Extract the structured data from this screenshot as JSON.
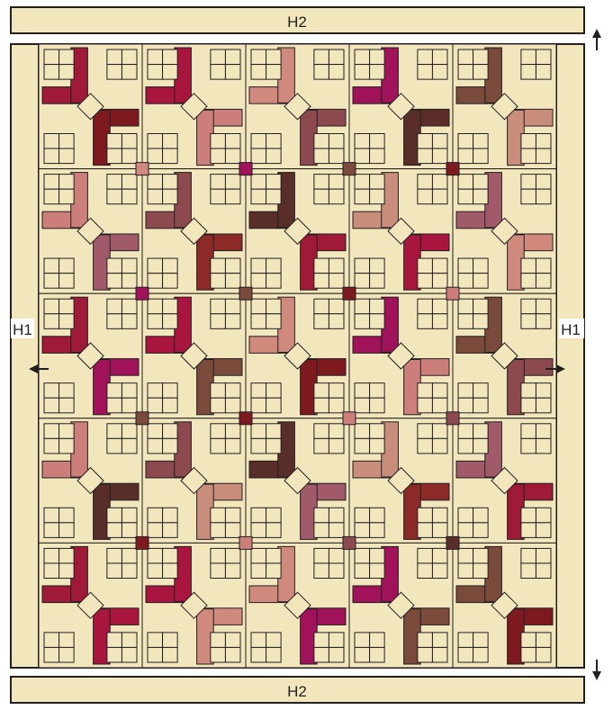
{
  "labels": {
    "top_border": "H2",
    "bottom_border": "H2",
    "left_border": "H1",
    "right_border": "H1"
  },
  "arrows": {
    "top_right": "up-arrow-icon",
    "bottom_right": "down-arrow-icon",
    "left": "left-arrow-icon",
    "right": "right-arrow-icon"
  },
  "colors": {
    "cream": "#f2e6bd",
    "outline": "#231f20",
    "blocks": [
      "#9e1a36",
      "#a8153f",
      "#d08a7d",
      "#a0135a",
      "#7a4a3a",
      "#7d1a1f",
      "#cc7f7a",
      "#8c4a4f",
      "#5a2e28",
      "#c98d7c",
      "#a05a6a",
      "#8b2a26"
    ]
  },
  "quilt": {
    "rows": 5,
    "cols": 5
  }
}
